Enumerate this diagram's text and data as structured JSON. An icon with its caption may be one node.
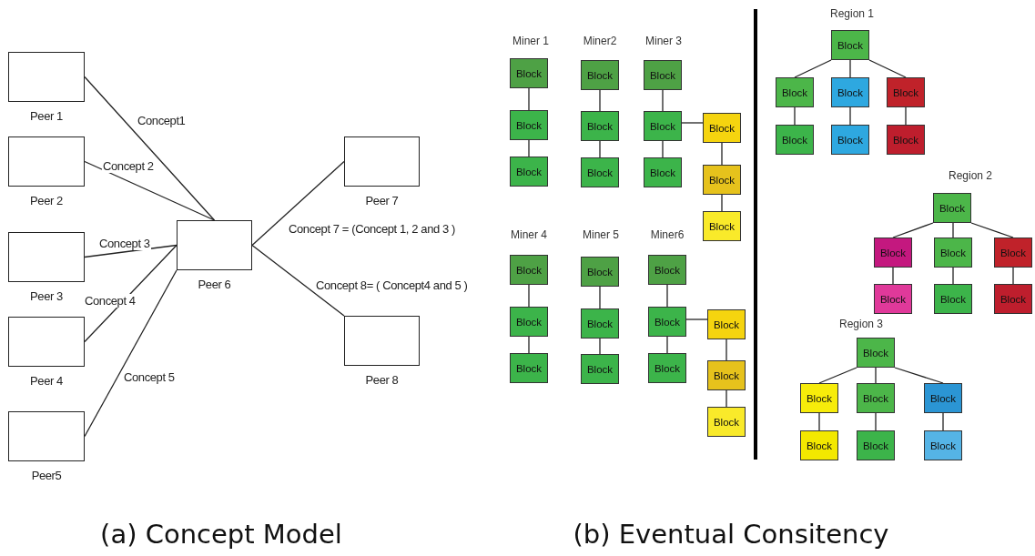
{
  "diagram": {
    "nodes": [
      {
        "text": [
          "Peer 1"
        ]
      },
      {
        "text": [
          "Peer 2"
        ]
      },
      {
        "text": [
          "Peer 3"
        ]
      },
      {
        "text": [
          "Peer 4"
        ]
      },
      {
        "text": [
          "Peer5"
        ]
      },
      {
        "text": [
          "Peer 6"
        ]
      },
      {
        "text": [
          "Peer 7"
        ]
      },
      {
        "text": [
          "Peer 8"
        ]
      },
      {
        "text": [
          "Block"
        ]
      },
      {
        "text": [
          "Block"
        ]
      },
      {
        "text": [
          "Block"
        ]
      },
      {
        "text": [
          "Block"
        ]
      },
      {
        "text": [
          "Block"
        ]
      },
      {
        "text": [
          "Block"
        ]
      },
      {
        "text": [
          "Block"
        ]
      },
      {
        "text": [
          "Block"
        ]
      },
      {
        "text": [
          "Block"
        ]
      },
      {
        "text": [
          "Block"
        ]
      },
      {
        "text": [
          "Block"
        ]
      },
      {
        "text": [
          "Block"
        ]
      },
      {
        "text": [
          "Block"
        ]
      },
      {
        "text": [
          "Block"
        ]
      },
      {
        "text": [
          "Block"
        ]
      },
      {
        "text": [
          "Block"
        ]
      },
      {
        "text": [
          "Block"
        ]
      },
      {
        "text": [
          "Block"
        ]
      },
      {
        "text": [
          "Block"
        ]
      },
      {
        "text": [
          "Block"
        ]
      },
      {
        "text": [
          "Block"
        ]
      },
      {
        "text": [
          "Block"
        ]
      },
      {
        "text": [
          "Block"
        ]
      },
      {
        "text": [
          "Block"
        ]
      },
      {
        "text": [
          "Block"
        ]
      },
      {
        "text": [
          "Block"
        ]
      },
      {
        "text": [
          "Block"
        ]
      },
      {
        "text": [
          "Block"
        ]
      },
      {
        "text": [
          "Block"
        ]
      },
      {
        "text": [
          "Block"
        ]
      },
      {
        "text": [
          "Block"
        ]
      },
      {
        "text": [
          "Block"
        ]
      },
      {
        "text": [
          "Block"
        ]
      },
      {
        "text": [
          "Block"
        ]
      },
      {
        "text": [
          "Block"
        ]
      },
      {
        "text": [
          "Block"
        ]
      },
      {
        "text": [
          "Block"
        ]
      },
      {
        "text": [
          "Block"
        ]
      },
      {
        "text": [
          "Block"
        ]
      },
      {
        "text": [
          "Block"
        ]
      },
      {
        "text": [
          "Block"
        ]
      },
      {
        "text": [
          "Block"
        ]
      },
      {
        "text": [
          "Block"
        ]
      },
      {
        "text": [
          "Block"
        ]
      },
      {
        "text": [
          "Block"
        ]
      }
    ],
    "edges": [
      {
        "from": 0,
        "to": 5,
        "arrow": "none",
        "label": "Concept1"
      },
      {
        "from": 1,
        "to": 5,
        "arrow": "none",
        "label": "Concept 2"
      },
      {
        "from": 2,
        "to": 5,
        "arrow": "none",
        "label": "Concept 3"
      },
      {
        "from": 3,
        "to": 5,
        "arrow": "none",
        "label": "Concept 4"
      },
      {
        "from": 4,
        "to": 5,
        "arrow": "none",
        "label": "Concept 5"
      },
      {
        "from": 5,
        "to": 6,
        "arrow": "none",
        "label": "Concept 7 = (Concept 1, 2 and 3 )"
      },
      {
        "from": 5,
        "to": 7,
        "arrow": "none",
        "label": "Concept 8= ( Concept4 and 5 )"
      },
      {
        "from": 8,
        "to": 9,
        "arrow": "none"
      },
      {
        "from": 9,
        "to": 10,
        "arrow": "none"
      },
      {
        "from": 11,
        "to": 12,
        "arrow": "none"
      },
      {
        "from": 12,
        "to": 13,
        "arrow": "none"
      },
      {
        "from": 14,
        "to": 15,
        "arrow": "none"
      },
      {
        "from": 15,
        "to": 16,
        "arrow": "none"
      },
      {
        "from": 15,
        "to": 17,
        "arrow": "none"
      },
      {
        "from": 17,
        "to": 18,
        "arrow": "none"
      },
      {
        "from": 18,
        "to": 19,
        "arrow": "none"
      },
      {
        "from": 20,
        "to": 21,
        "arrow": "none"
      },
      {
        "from": 21,
        "to": 22,
        "arrow": "none"
      },
      {
        "from": 23,
        "to": 24,
        "arrow": "none"
      },
      {
        "from": 24,
        "to": 25,
        "arrow": "none"
      },
      {
        "from": 26,
        "to": 27,
        "arrow": "none"
      },
      {
        "from": 27,
        "to": 28,
        "arrow": "none"
      },
      {
        "from": 27,
        "to": 29,
        "arrow": "none"
      },
      {
        "from": 29,
        "to": 30,
        "arrow": "none"
      },
      {
        "from": 30,
        "to": 31,
        "arrow": "none"
      },
      {
        "from": 32,
        "to": 33,
        "arrow": "none"
      },
      {
        "from": 32,
        "to": 34,
        "arrow": "none"
      },
      {
        "from": 32,
        "to": 35,
        "arrow": "none"
      },
      {
        "from": 33,
        "to": 36,
        "arrow": "none"
      },
      {
        "from": 34,
        "to": 37,
        "arrow": "none"
      },
      {
        "from": 35,
        "to": 38,
        "arrow": "none"
      },
      {
        "from": 39,
        "to": 40,
        "arrow": "none"
      },
      {
        "from": 39,
        "to": 41,
        "arrow": "none"
      },
      {
        "from": 39,
        "to": 42,
        "arrow": "none"
      },
      {
        "from": 40,
        "to": 43,
        "arrow": "none"
      },
      {
        "from": 41,
        "to": 44,
        "arrow": "none"
      },
      {
        "from": 42,
        "to": 45,
        "arrow": "none"
      },
      {
        "from": 46,
        "to": 47,
        "arrow": "none"
      },
      {
        "from": 46,
        "to": 48,
        "arrow": "none"
      },
      {
        "from": 46,
        "to": 49,
        "arrow": "none"
      },
      {
        "from": 47,
        "to": 50,
        "arrow": "none"
      },
      {
        "from": 48,
        "to": 51,
        "arrow": "none"
      },
      {
        "from": 49,
        "to": 52,
        "arrow": "none"
      }
    ],
    "labels": [
      "Miner 1",
      "Miner2",
      "Miner 3",
      "Miner 4",
      "Miner 5",
      "Miner6",
      "Region 1",
      "Region 2",
      "Region 3",
      "(a) Concept Model",
      "(b) Eventual Consitency"
    ]
  }
}
